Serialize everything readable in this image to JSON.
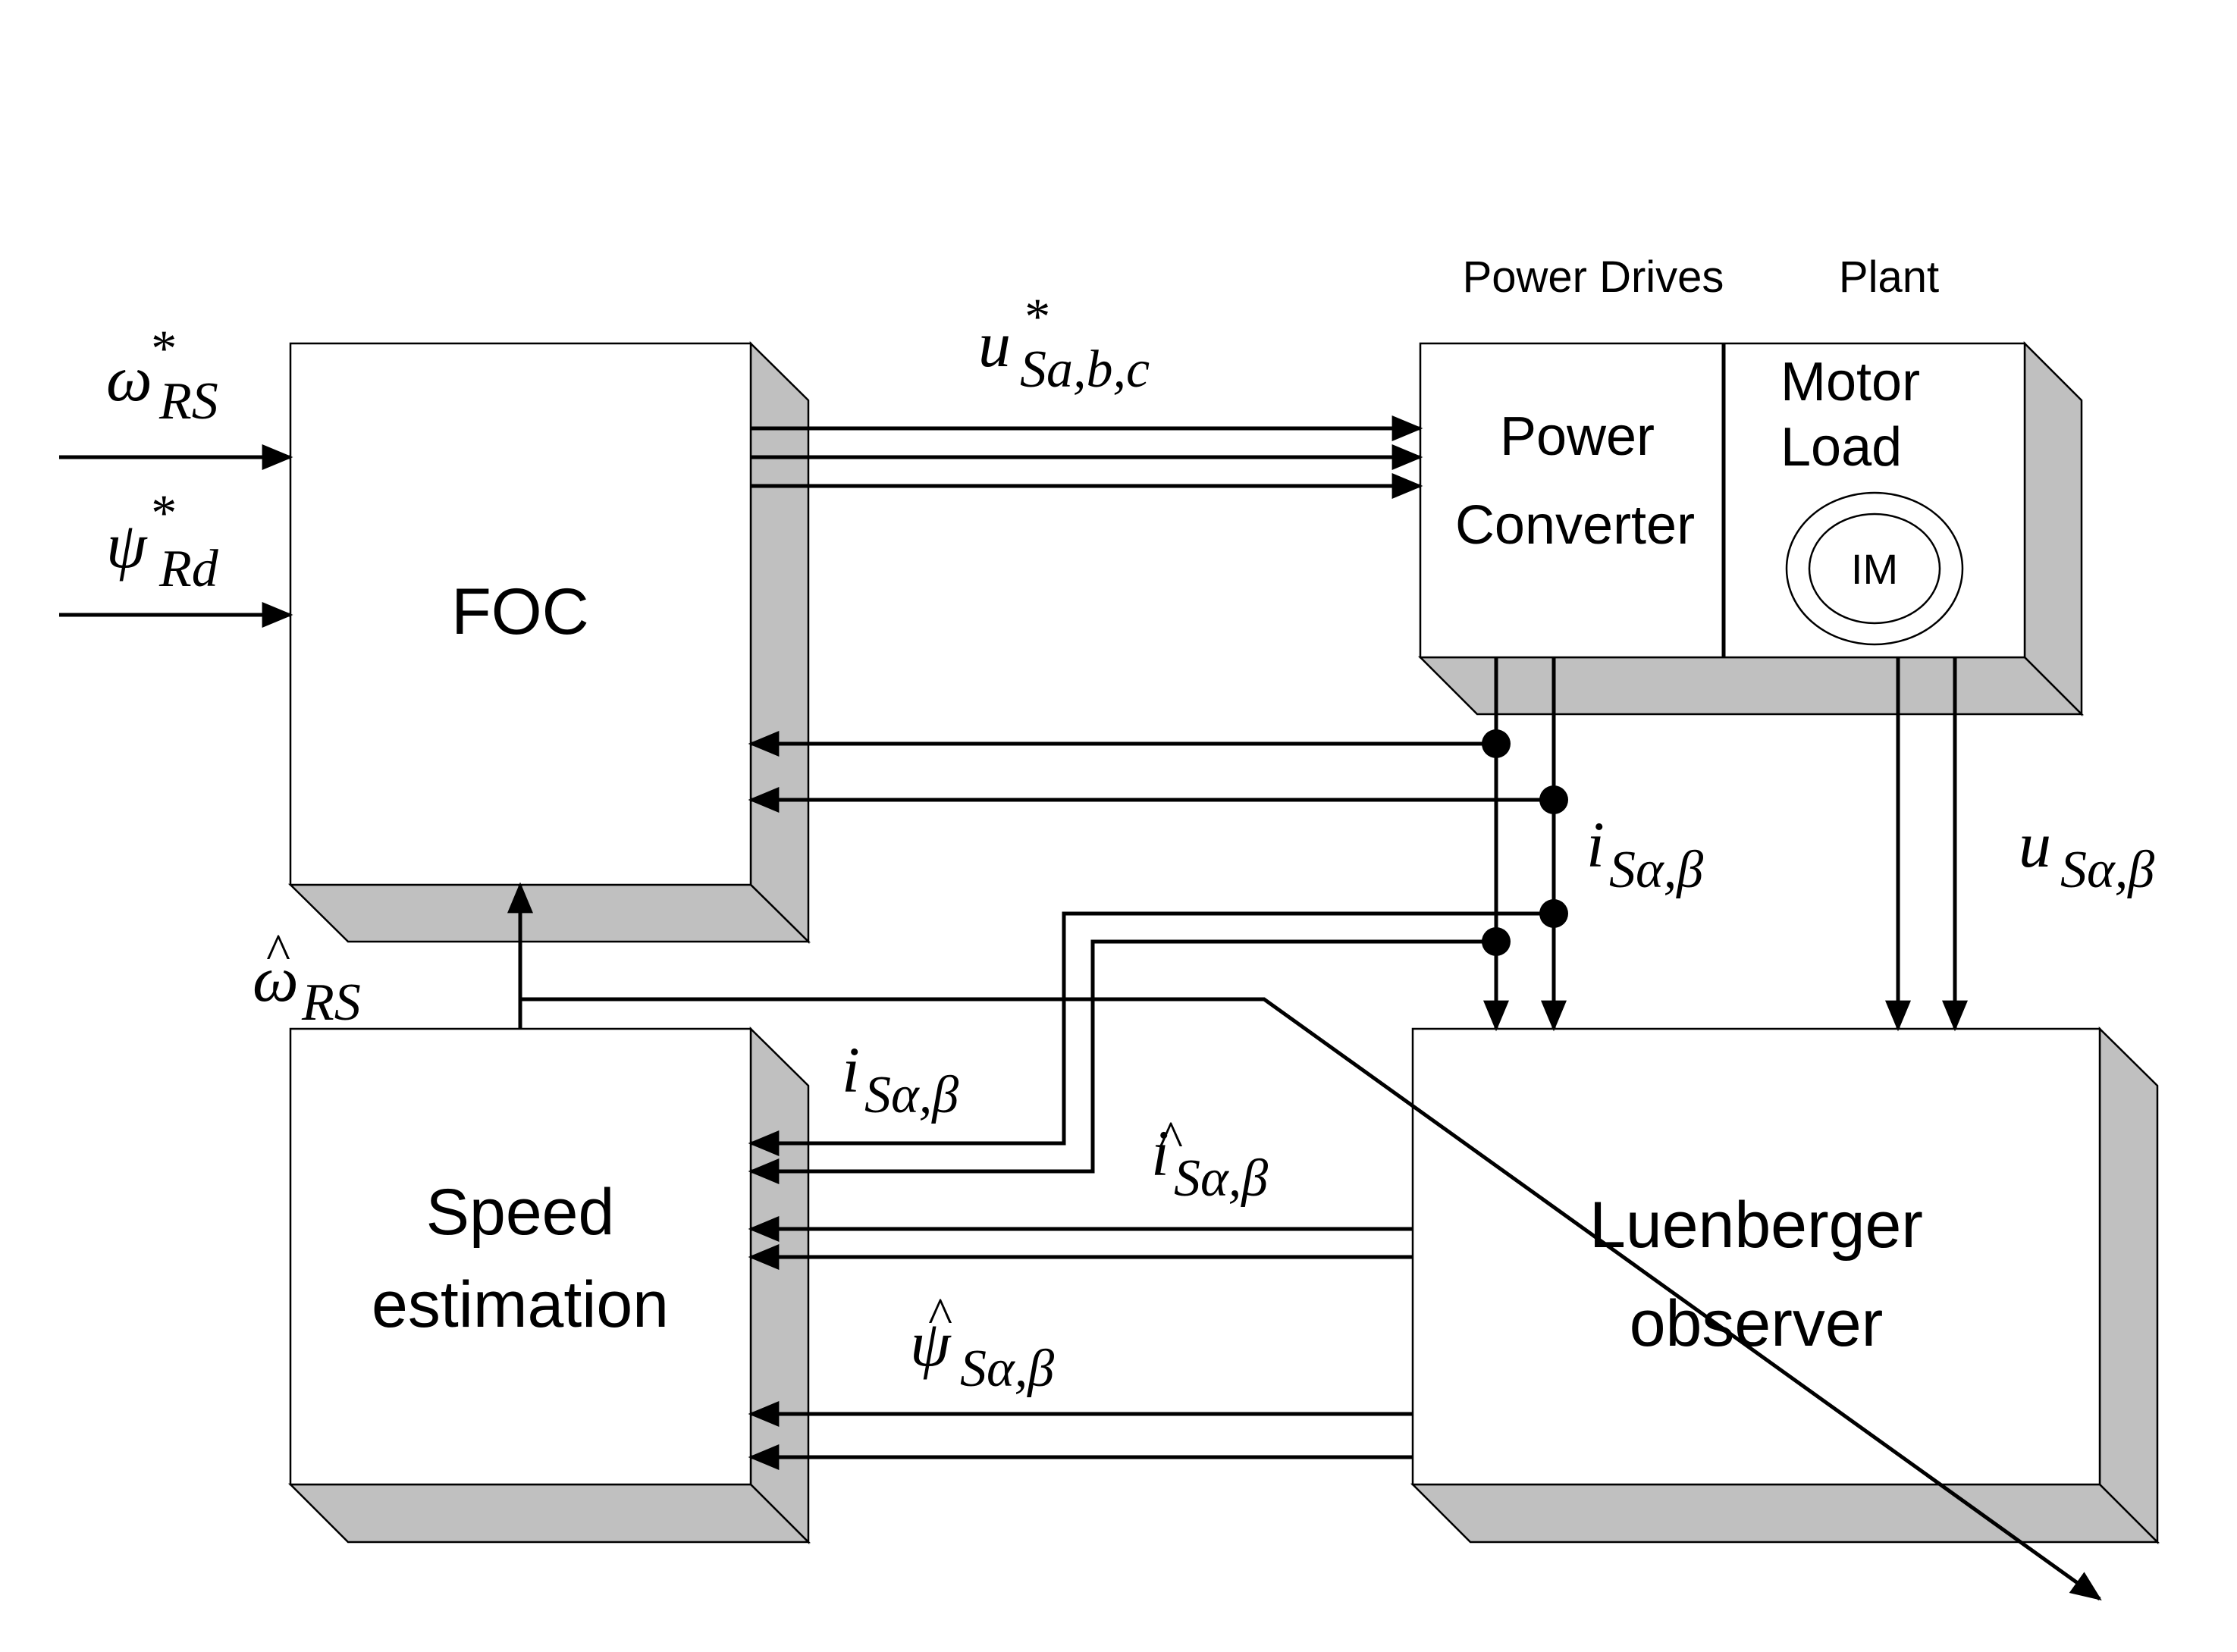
{
  "blocks": {
    "foc": "FOC",
    "speed_estimation": [
      "Speed",
      "estimation"
    ],
    "luenberger_observer": [
      "Luenberger",
      "observer"
    ],
    "power_converter": [
      "Power",
      "Converter"
    ],
    "motor_load": [
      "Motor",
      "Load"
    ],
    "motor_symbol": "IM"
  },
  "headers": {
    "power_drives": "Power Drives",
    "plant": "Plant"
  },
  "signals": {
    "omega_ref": {
      "base": "ω",
      "mark": "*",
      "sub": "RS"
    },
    "psi_ref": {
      "base": "ψ",
      "mark": "*",
      "sub": "Rd"
    },
    "u_ref": {
      "base": "u",
      "mark": "*",
      "sub": "Sa,b,c"
    },
    "i_meas_right": {
      "base": "i",
      "sub": "Sα,β"
    },
    "u_meas": {
      "base": "u",
      "sub": "Sα,β"
    },
    "omega_hat": {
      "base": "ω",
      "mark": "^",
      "sub": "RS"
    },
    "i_meas_left": {
      "base": "i",
      "sub": "Sα,β"
    },
    "i_hat": {
      "base": "i",
      "mark": "^",
      "sub": "Sα,β"
    },
    "psi_hat": {
      "base": "ψ",
      "mark": "^",
      "sub": "Sα,β"
    }
  }
}
